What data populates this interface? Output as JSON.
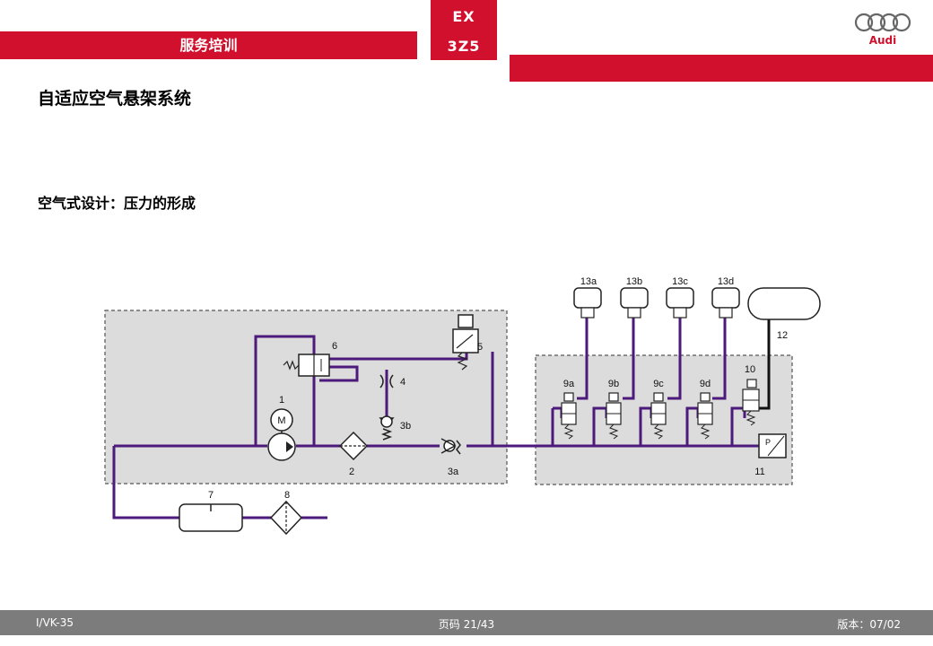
{
  "header": {
    "title": "服务培训",
    "code_line1": "EX",
    "code_line2": "3Z5",
    "brand_name": "Audi",
    "brand_color": "#d0102c"
  },
  "page_title": "自适应空气悬架系统",
  "subtitle": "空气式设计：压力的形成",
  "diagram": {
    "line_color": "#4b1a7a",
    "labels": {
      "c1": "1",
      "c2": "2",
      "c3a": "3a",
      "c3b": "3b",
      "c4": "4",
      "c5": "5",
      "c6": "6",
      "c7": "7",
      "c8": "8",
      "c9a": "9a",
      "c9b": "9b",
      "c9c": "9c",
      "c9d": "9d",
      "c10": "10",
      "c11": "11",
      "c12": "12",
      "c13a": "13a",
      "c13b": "13b",
      "c13c": "13c",
      "c13d": "13d",
      "motor": "M",
      "pressure_sensor": "P"
    }
  },
  "footer": {
    "left": "I/VK-35",
    "center": "页码 21/43",
    "right": "版本：07/02"
  }
}
